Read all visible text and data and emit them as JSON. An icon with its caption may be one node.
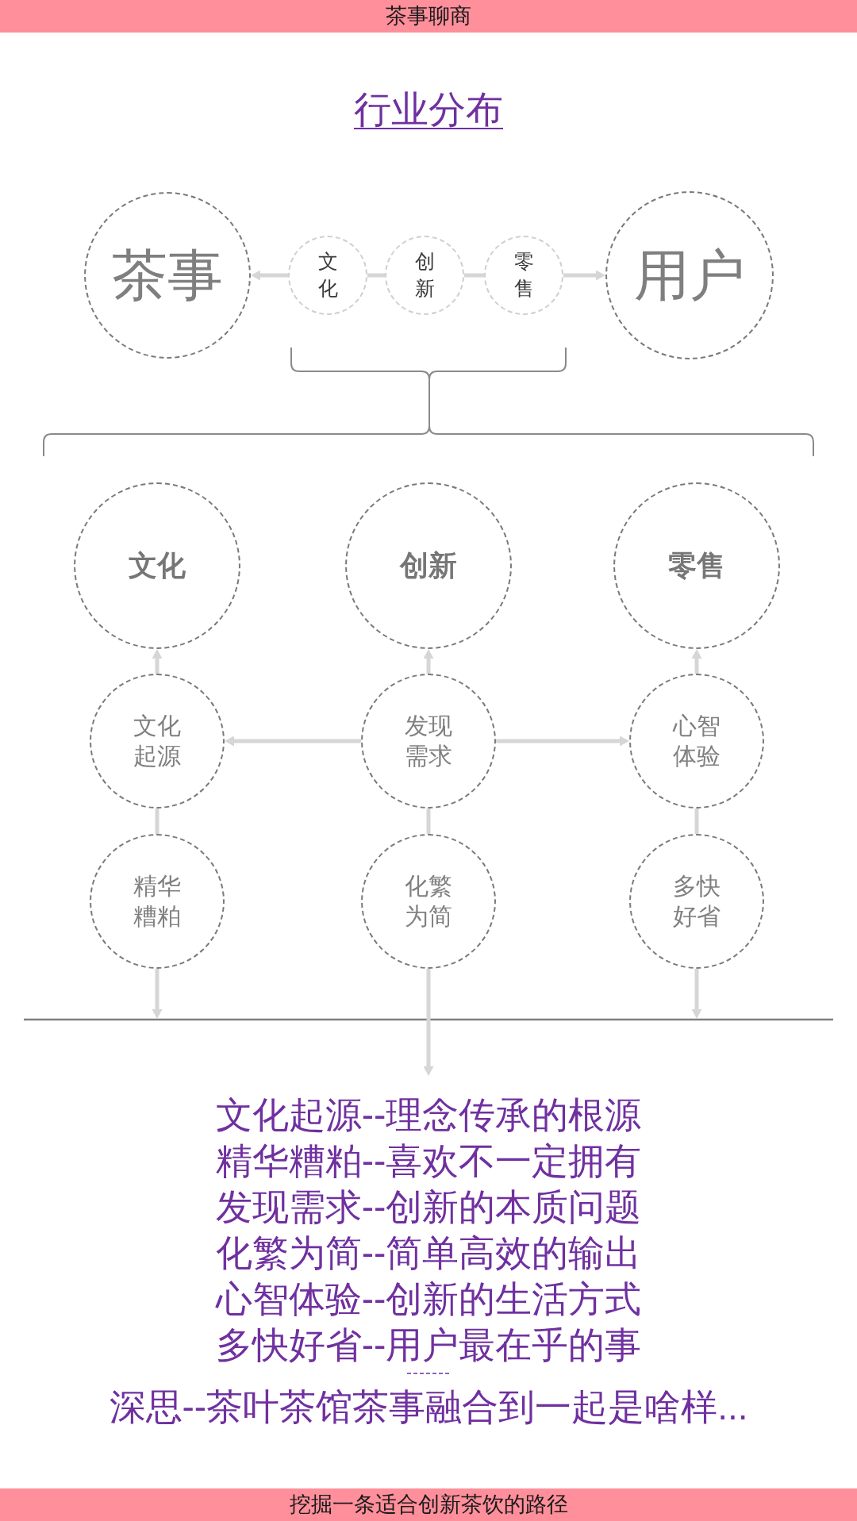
{
  "diagram": {
    "title": "行业分布",
    "nodes": [
      {
        "text": [
          "茶事"
        ]
      },
      {
        "text": [
          "文化"
        ]
      },
      {
        "text": [
          "创新"
        ]
      },
      {
        "text": [
          "零售"
        ]
      },
      {
        "text": [
          "用户"
        ]
      },
      {
        "text": [
          "文化"
        ]
      },
      {
        "text": [
          "创新"
        ]
      },
      {
        "text": [
          "零售"
        ]
      },
      {
        "text": [
          "文化起源"
        ]
      },
      {
        "text": [
          "发现需求"
        ]
      },
      {
        "text": [
          "心智体验"
        ]
      },
      {
        "text": [
          "精华糟粕"
        ]
      },
      {
        "text": [
          "化繁为简"
        ]
      },
      {
        "text": [
          "多快好省"
        ]
      },
      {
        "text": [
          "文化起源--理念传承的根源",
          "精华糟粕--喜欢不一定拥有",
          "发现需求--创新的本质问题",
          "化繁为简--简单高效的输出",
          "心智体验--创新的生活方式",
          "多快好省--用户最在乎的事"
        ]
      }
    ],
    "edges": [
      {
        "from": 1,
        "to": 0,
        "arrow": "to"
      },
      {
        "from": 1,
        "to": 2,
        "arrow": "none"
      },
      {
        "from": 2,
        "to": 3,
        "arrow": "none"
      },
      {
        "from": 3,
        "to": 4,
        "arrow": "to"
      },
      {
        "from": 8,
        "to": 5,
        "arrow": "to"
      },
      {
        "from": 9,
        "to": 6,
        "arrow": "to"
      },
      {
        "from": 10,
        "to": 7,
        "arrow": "to"
      },
      {
        "from": 9,
        "to": 8,
        "arrow": "to"
      },
      {
        "from": 9,
        "to": 10,
        "arrow": "to"
      },
      {
        "from": 8,
        "to": 11,
        "arrow": "none"
      },
      {
        "from": 9,
        "to": 12,
        "arrow": "none"
      },
      {
        "from": 10,
        "to": 13,
        "arrow": "none"
      },
      {
        "from": 11,
        "to": null,
        "arrow": "to"
      },
      {
        "from": 12,
        "to": 14,
        "arrow": "to"
      },
      {
        "from": 13,
        "to": null,
        "arrow": "to"
      }
    ],
    "labels": [
      "茶事聊商",
      "深思--茶叶茶馆茶事融合到一起是啥样...",
      "挖掘一条适合创新茶饮的路径"
    ]
  }
}
